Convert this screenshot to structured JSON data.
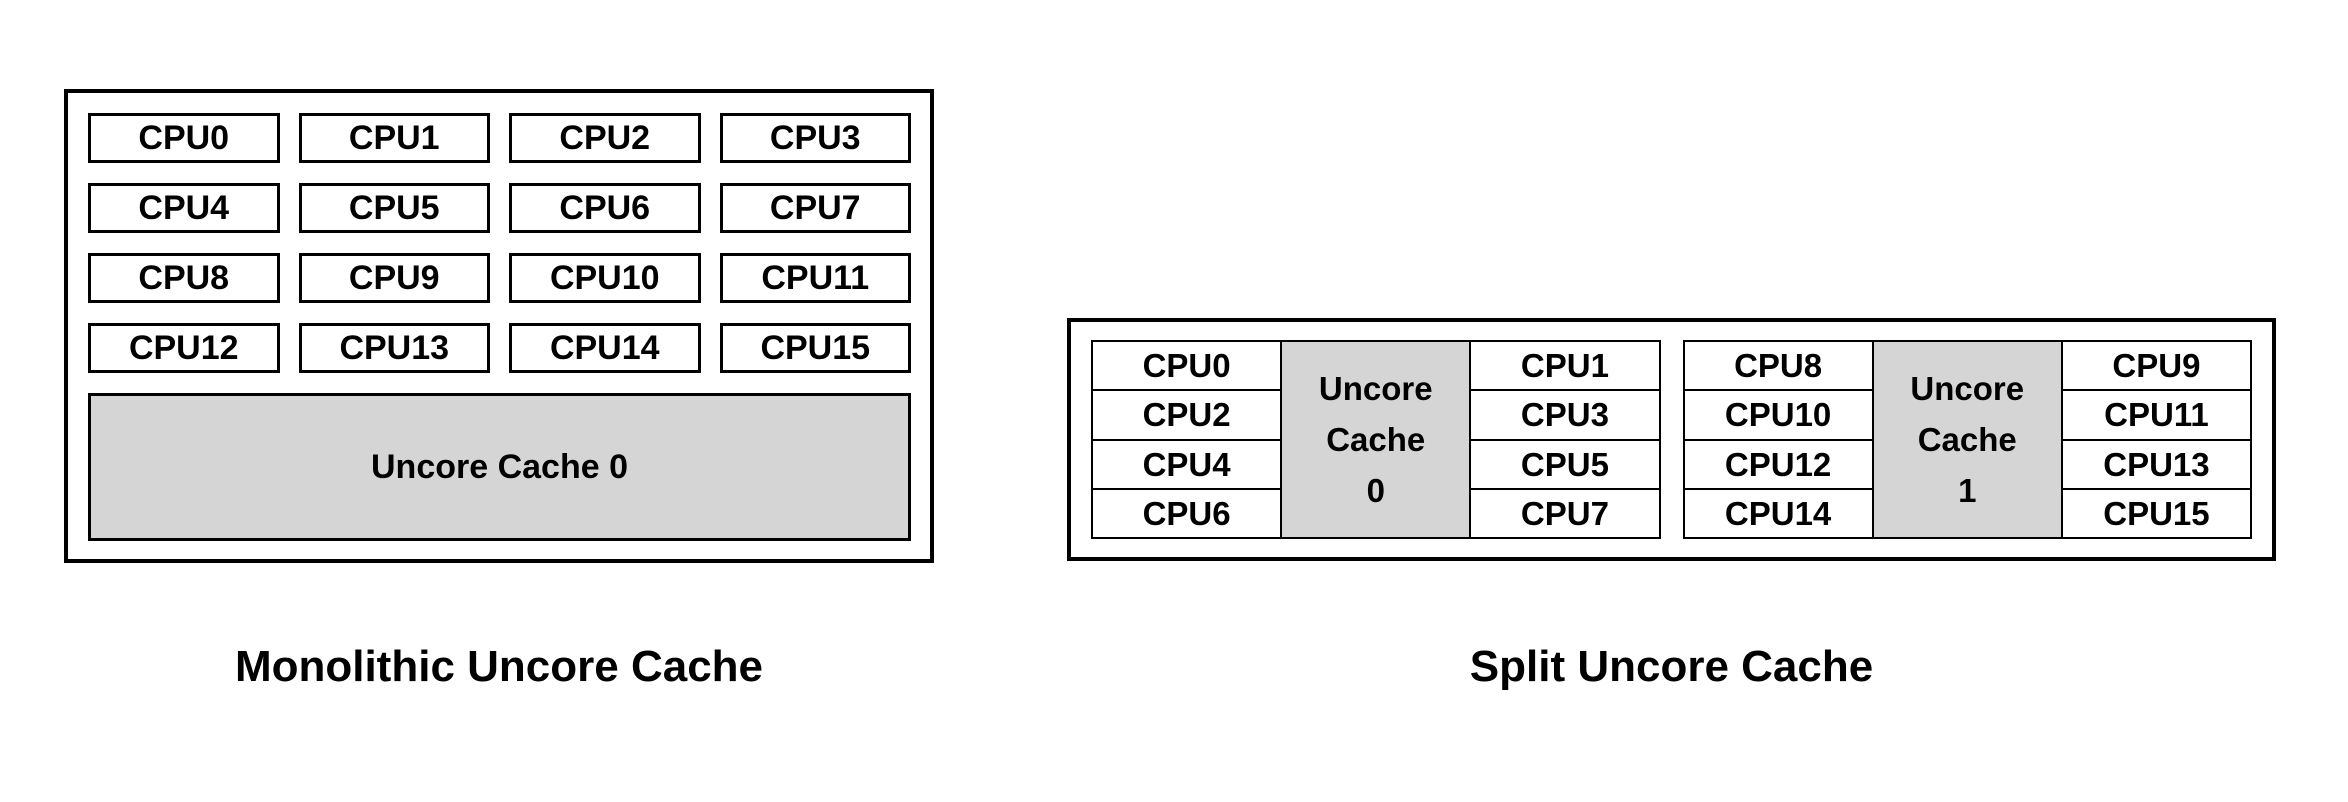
{
  "colors": {
    "background": "#ffffff",
    "border": "#000000",
    "cache_fill": "#d5d5d5",
    "text": "#000000"
  },
  "monolithic": {
    "caption": "Monolithic Uncore Cache",
    "cpus": [
      "CPU0",
      "CPU1",
      "CPU2",
      "CPU3",
      "CPU4",
      "CPU5",
      "CPU6",
      "CPU7",
      "CPU8",
      "CPU9",
      "CPU10",
      "CPU11",
      "CPU12",
      "CPU13",
      "CPU14",
      "CPU15"
    ],
    "cache_label": "Uncore Cache 0"
  },
  "split": {
    "caption": "Split Uncore Cache",
    "clusters": [
      {
        "left_cpus": [
          "CPU0",
          "CPU2",
          "CPU4",
          "CPU6"
        ],
        "cache_lines": [
          "Uncore",
          "Cache",
          "0"
        ],
        "right_cpus": [
          "CPU1",
          "CPU3",
          "CPU5",
          "CPU7"
        ]
      },
      {
        "left_cpus": [
          "CPU8",
          "CPU10",
          "CPU12",
          "CPU14"
        ],
        "cache_lines": [
          "Uncore",
          "Cache",
          "1"
        ],
        "right_cpus": [
          "CPU9",
          "CPU11",
          "CPU13",
          "CPU15"
        ]
      }
    ]
  }
}
